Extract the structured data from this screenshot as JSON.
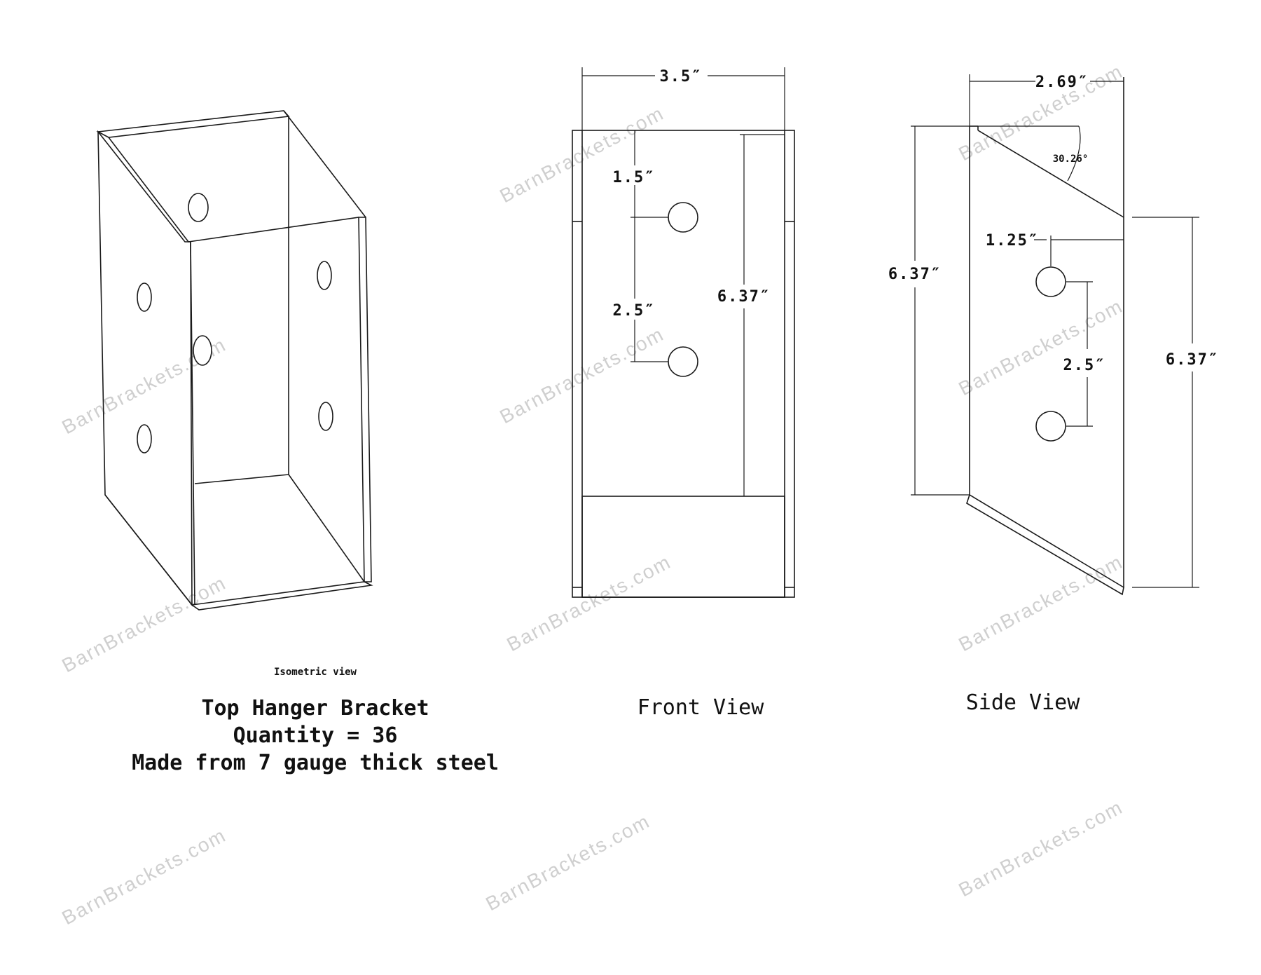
{
  "watermark": "BarnBrackets.com",
  "isometric": {
    "label": "Isometric view"
  },
  "caption": {
    "line1": "Top Hanger Bracket",
    "line2": "Quantity = 36",
    "line3": "Made from 7 gauge thick steel"
  },
  "front_view": {
    "title": "Front View",
    "width_dim": "3.5″",
    "top_to_hole_dim": "1.5″",
    "hole_spacing_dim": "2.5″",
    "height_dim": "6.37″"
  },
  "side_view": {
    "title": "Side View",
    "depth_dim": "2.69″",
    "angle_dim": "30.26°",
    "left_height_dim": "6.37″",
    "hole_offset_dim": "1.25″",
    "hole_spacing_dim": "2.5″",
    "right_height_dim": "6.37″"
  }
}
